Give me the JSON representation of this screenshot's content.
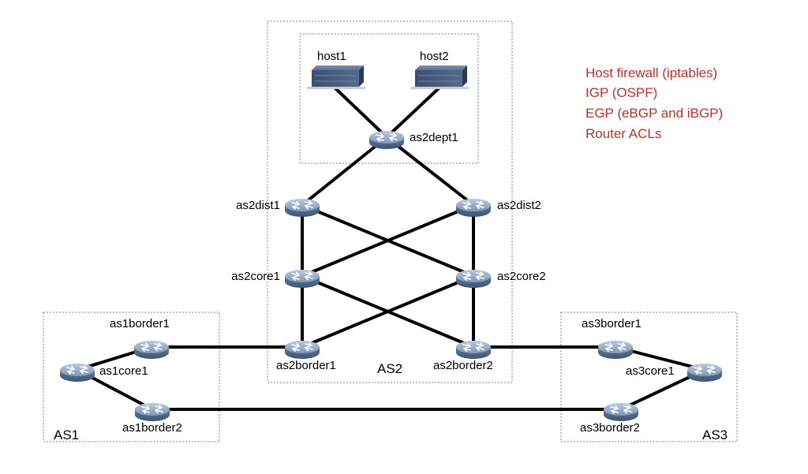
{
  "legend": {
    "color": "#c0302a",
    "items": [
      "Host firewall (iptables)",
      "IGP (OSPF)",
      "EGP (eBGP and iBGP)",
      "Router ACLs"
    ]
  },
  "groups": {
    "as1": "AS1",
    "as2": "AS2",
    "as3": "AS3"
  },
  "nodes": {
    "host1": {
      "label": "host1",
      "icon": "server-icon"
    },
    "host2": {
      "label": "host2",
      "icon": "server-icon"
    },
    "as2dept1": {
      "label": "as2dept1",
      "icon": "router-icon"
    },
    "as2dist1": {
      "label": "as2dist1",
      "icon": "router-icon"
    },
    "as2dist2": {
      "label": "as2dist2",
      "icon": "router-icon"
    },
    "as2core1": {
      "label": "as2core1",
      "icon": "router-icon"
    },
    "as2core2": {
      "label": "as2core2",
      "icon": "router-icon"
    },
    "as2border1": {
      "label": "as2border1",
      "icon": "router-icon"
    },
    "as2border2": {
      "label": "as2border2",
      "icon": "router-icon"
    },
    "as1border1": {
      "label": "as1border1",
      "icon": "router-icon"
    },
    "as1core1": {
      "label": "as1core1",
      "icon": "router-icon"
    },
    "as1border2": {
      "label": "as1border2",
      "icon": "router-icon"
    },
    "as3border1": {
      "label": "as3border1",
      "icon": "router-icon"
    },
    "as3core1": {
      "label": "as3core1",
      "icon": "router-icon"
    },
    "as3border2": {
      "label": "as3border2",
      "icon": "router-icon"
    }
  },
  "links": [
    [
      "host1",
      "as2dept1"
    ],
    [
      "host2",
      "as2dept1"
    ],
    [
      "as2dept1",
      "as2dist1"
    ],
    [
      "as2dept1",
      "as2dist2"
    ],
    [
      "as2dist1",
      "as2core1"
    ],
    [
      "as2dist2",
      "as2core2"
    ],
    [
      "as2dist1",
      "as2core2"
    ],
    [
      "as2dist2",
      "as2core1"
    ],
    [
      "as2core1",
      "as2border1"
    ],
    [
      "as2core2",
      "as2border2"
    ],
    [
      "as2core1",
      "as2border2"
    ],
    [
      "as2core2",
      "as2border1"
    ],
    [
      "as1border1",
      "as2border1"
    ],
    [
      "as2border2",
      "as3border1"
    ],
    [
      "as1core1",
      "as1border1"
    ],
    [
      "as1core1",
      "as1border2"
    ],
    [
      "as3border1",
      "as3core1"
    ],
    [
      "as3core1",
      "as3border2"
    ],
    [
      "as1border2",
      "as3border2"
    ]
  ]
}
